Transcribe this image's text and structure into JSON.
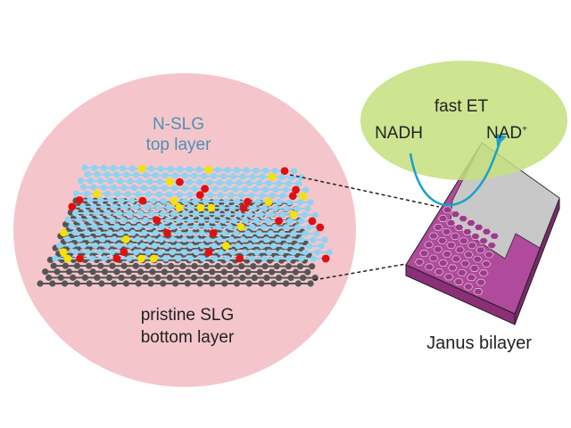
{
  "labels": {
    "top_title": "N-SLG",
    "top_sub": "top layer",
    "bottom_title": "pristine SLG",
    "bottom_sub": "bottom layer",
    "fast_et": "fast ET",
    "nadh": "NADH",
    "nad": "NAD",
    "nad_sup": "+",
    "device": "Janus bilayer"
  },
  "colors": {
    "pink_bubble": "#f4c6cc",
    "green_bubble": "#c8e08a",
    "carbon_top": "#8fd3f0",
    "carbon_bottom": "#555555",
    "oxygen": "#e01010",
    "nitrogen": "#f2e400",
    "chip": "#b04a9c",
    "arrow": "#1aa0c8"
  }
}
